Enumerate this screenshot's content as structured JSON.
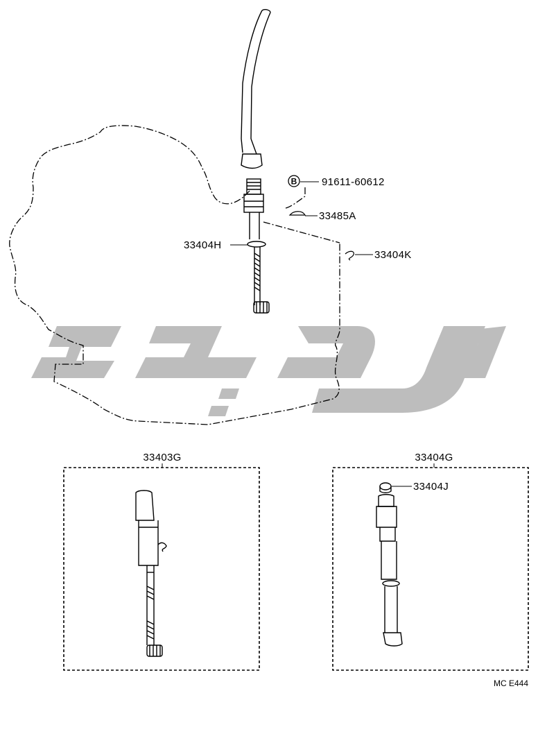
{
  "watermark": {
    "color": "#bdbdbd"
  },
  "parts": {
    "bolt_marker": "B",
    "bolt": "91611-60612",
    "plate": "33485A",
    "o_ring_upper": "33404H",
    "clip": "33404K",
    "driven_gear_assy": "33403G",
    "sleeve_assy": "33404G",
    "oil_seal": "33404J"
  },
  "figure_code": "MC E444"
}
